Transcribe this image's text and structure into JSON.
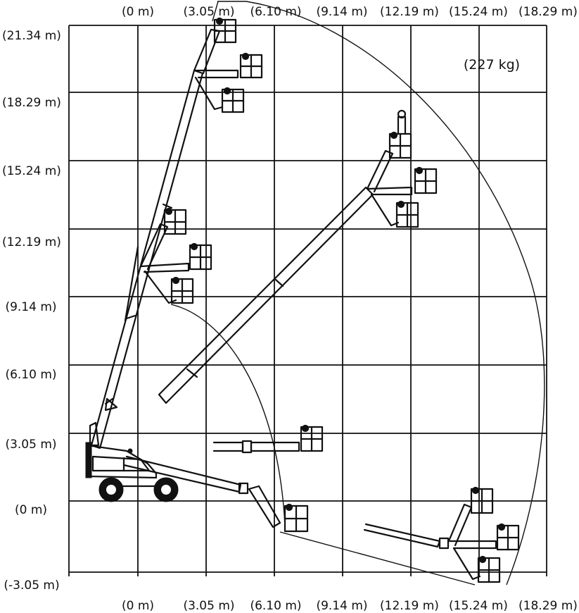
{
  "diagram": {
    "x_axis_ticks_top": [
      "(0 m)",
      "(3.05 m)",
      "(6.10 m)",
      "(9.14 m)",
      "(12.19 m)",
      "(15.24 m)",
      "(18.29 m)"
    ],
    "x_axis_ticks_bottom": [
      "(0 m)",
      "(3.05 m)",
      "(6.10 m)",
      "(9.14 m)",
      "(12.19 m)",
      "(15.24 m)",
      "(18.29 m)"
    ],
    "y_axis_ticks": [
      "(21.34 m)",
      "(18.29 m)",
      "(15.24 m)",
      "(12.19 m)",
      "(9.14 m)",
      "(6.10 m)",
      "(3.05 m)",
      "(0 m)",
      "(-3.05 m)"
    ],
    "capacity_label": "(227 kg)"
  }
}
